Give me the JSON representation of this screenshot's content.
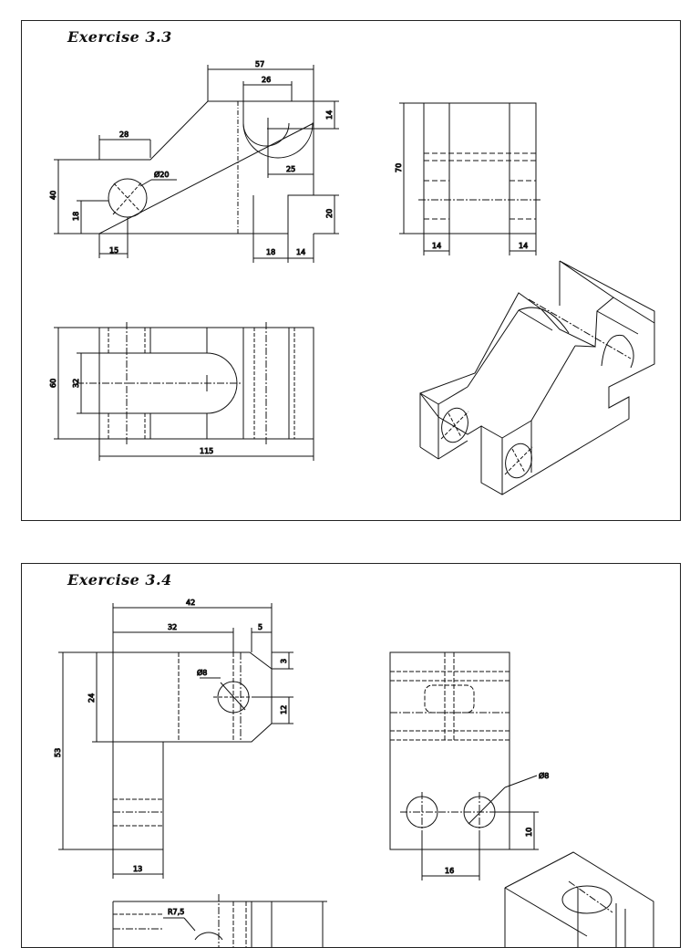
{
  "exercises": [
    {
      "title": "Exercise 3.3",
      "front_view_dims": {
        "overall_width": "57",
        "slot_width": "26",
        "left_width": "28",
        "hole_dia": "Ø20",
        "slot_radius_offset": "14",
        "slot_center_offset": "25",
        "height": "40",
        "hole_height": "18",
        "hole_x": "15",
        "notch_width": "18",
        "notch_right": "14",
        "notch_depth": "20"
      },
      "side_view_dims": {
        "height": "70",
        "left_rib": "14",
        "right_rib": "14"
      },
      "top_view_dims": {
        "depth": "60",
        "slot_width": "32",
        "length": "115"
      }
    },
    {
      "title": "Exercise 3.4",
      "front_view_dims": {
        "overall_width": "42",
        "upper_width": "32",
        "chamfer_x": "5",
        "chamfer_y": "3",
        "hole_dia": "Ø8",
        "hole_offset": "12",
        "block_height": "24",
        "total_height": "53",
        "leg_width": "13"
      },
      "side_view_dims": {
        "hole_dia": "Ø8",
        "hole_height": "10",
        "hole_spacing": "16"
      },
      "top_view_dims": {
        "radius": "R7,5"
      }
    }
  ]
}
